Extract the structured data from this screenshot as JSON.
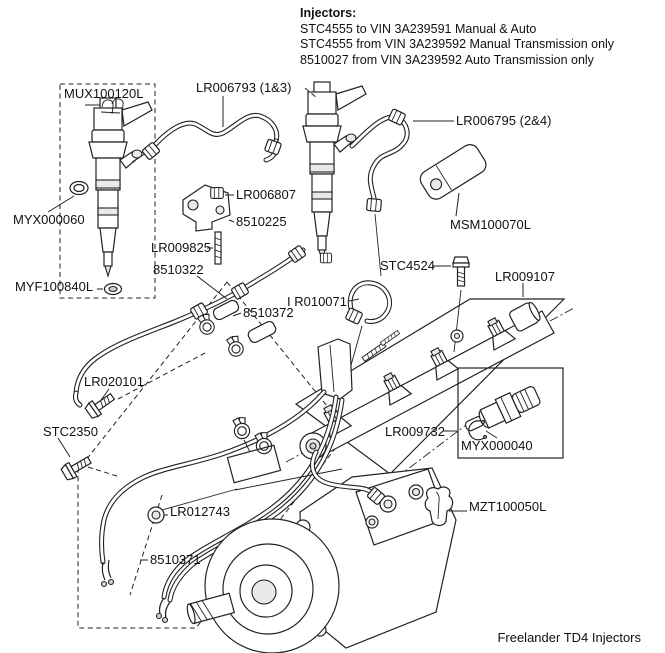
{
  "note": {
    "title": "Injectors:",
    "lines": [
      "STC4555 to VIN 3A239591 Manual & Auto",
      "STC4555 from VIN 3A239592 Manual Transmission only",
      "8510027 from VIN 3A239592 Auto Transmission only"
    ]
  },
  "caption": "Freelander TD4 Injectors",
  "colors": {
    "ink": "#1c1c1c",
    "background": "#ffffff"
  },
  "labels": [
    {
      "id": "mux100120l",
      "text": "MUX100120L"
    },
    {
      "id": "lr006793",
      "text": "LR006793 (1&3)"
    },
    {
      "id": "lr006795",
      "text": "LR006795 (2&4)"
    },
    {
      "id": "lr006807",
      "text": "LR006807"
    },
    {
      "id": "p8510225",
      "text": "8510225"
    },
    {
      "id": "msm100070l",
      "text": "MSM100070L"
    },
    {
      "id": "myx000060",
      "text": "MYX000060"
    },
    {
      "id": "lr009825",
      "text": "LR009825"
    },
    {
      "id": "stc4524",
      "text": "STC4524"
    },
    {
      "id": "p8510322",
      "text": "8510322"
    },
    {
      "id": "lr009107",
      "text": "LR009107"
    },
    {
      "id": "myf100840l",
      "text": "MYF100840L"
    },
    {
      "id": "ir010071",
      "text": "I R010071"
    },
    {
      "id": "p8510372",
      "text": "8510372"
    },
    {
      "id": "lr020101",
      "text": "LR020101"
    },
    {
      "id": "stc2350",
      "text": "STC2350"
    },
    {
      "id": "lr009732",
      "text": "LR009732"
    },
    {
      "id": "myx000040",
      "text": "MYX000040"
    },
    {
      "id": "mzt100050l",
      "text": "MZT100050L"
    },
    {
      "id": "lr012743",
      "text": "LR012743"
    },
    {
      "id": "p8510371",
      "text": "8510371"
    }
  ]
}
